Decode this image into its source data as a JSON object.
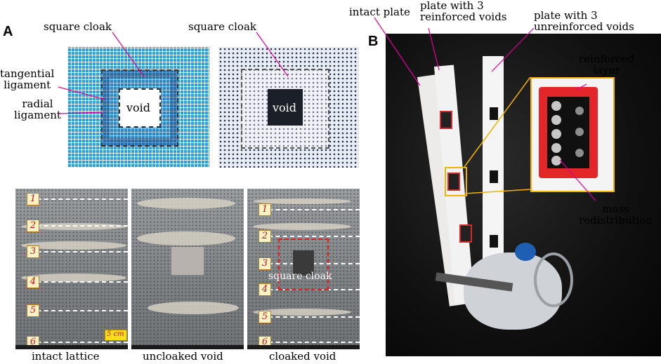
{
  "panel_a": {
    "letter": "A",
    "labels": {
      "square_cloak_left": "square cloak",
      "square_cloak_right": "square cloak",
      "tangential_ligament": "tangential\nligament",
      "radial_ligament": "radial\nligament",
      "void_left": "void",
      "void_right": "void"
    },
    "photos": {
      "row_numbers": [
        "1",
        "2",
        "3",
        "4",
        "5",
        "6"
      ],
      "scale_bar": "5 cm",
      "cloak_label": "square cloak",
      "captions": [
        "intact lattice",
        "uncloaked void",
        "cloaked void"
      ]
    }
  },
  "panel_b": {
    "letter": "B",
    "labels": {
      "intact_plate": "intact plate",
      "reinforced_plate": "plate with 3\nreinforced voids",
      "unreinforced_plate": "plate with 3\nunreinforced voids",
      "reinforced_layer": "reinforced\nlayer",
      "mass_redistribution": "mass\nredistribution"
    }
  },
  "colors": {
    "callout": "#e0009a",
    "inset_border": "#f2b300",
    "lattice_blue": "#2f9fd9",
    "number_text": "#c8141a",
    "cloak_box": "#e0201e"
  }
}
